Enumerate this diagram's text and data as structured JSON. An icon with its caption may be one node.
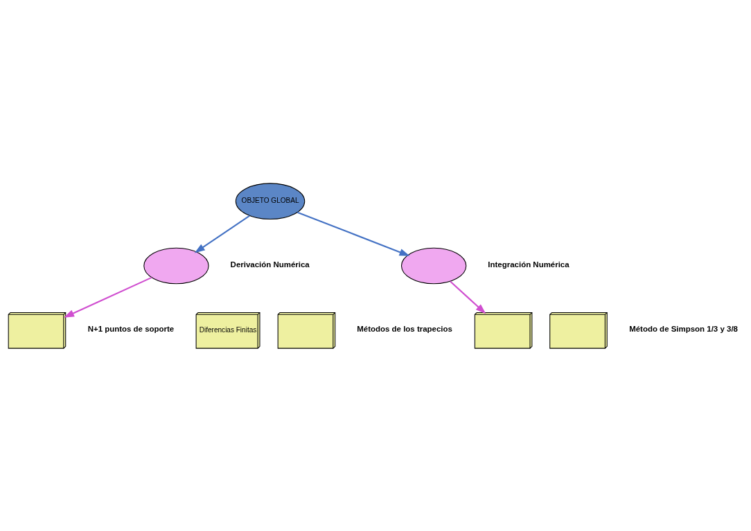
{
  "diagram": {
    "nodes": [
      {
        "text": [
          "OBJETO GLOBAL"
        ]
      },
      {
        "text": [],
        "shape": "ellipse",
        "beside": [
          "Derivación Numérica"
        ]
      },
      {
        "text": [],
        "shape": "ellipse",
        "beside": [
          "Integración Numérica"
        ]
      },
      {
        "text": [],
        "shape": "box",
        "beside": [
          "N+1 puntos de soporte"
        ]
      },
      {
        "text": [
          "Diferencias Finitas"
        ]
      },
      {
        "text": [],
        "shape": "box",
        "beside": [
          "Métodos de los trapecios"
        ]
      },
      {
        "text": [],
        "shape": "box"
      },
      {
        "text": [],
        "shape": "box",
        "beside": [
          "Método de Simpson 1/3 y 3/8"
        ]
      }
    ],
    "edges": [
      {
        "from": 0,
        "to": 1,
        "arrow": "to",
        "color": "#4472c4"
      },
      {
        "from": 0,
        "to": 2,
        "arrow": "to",
        "color": "#4472c4"
      },
      {
        "from": 1,
        "to": 3,
        "arrow": "to",
        "color": "#d04fd0"
      },
      {
        "from": 2,
        "to": 6,
        "arrow": "to",
        "color": "#d04fd0"
      }
    ]
  }
}
